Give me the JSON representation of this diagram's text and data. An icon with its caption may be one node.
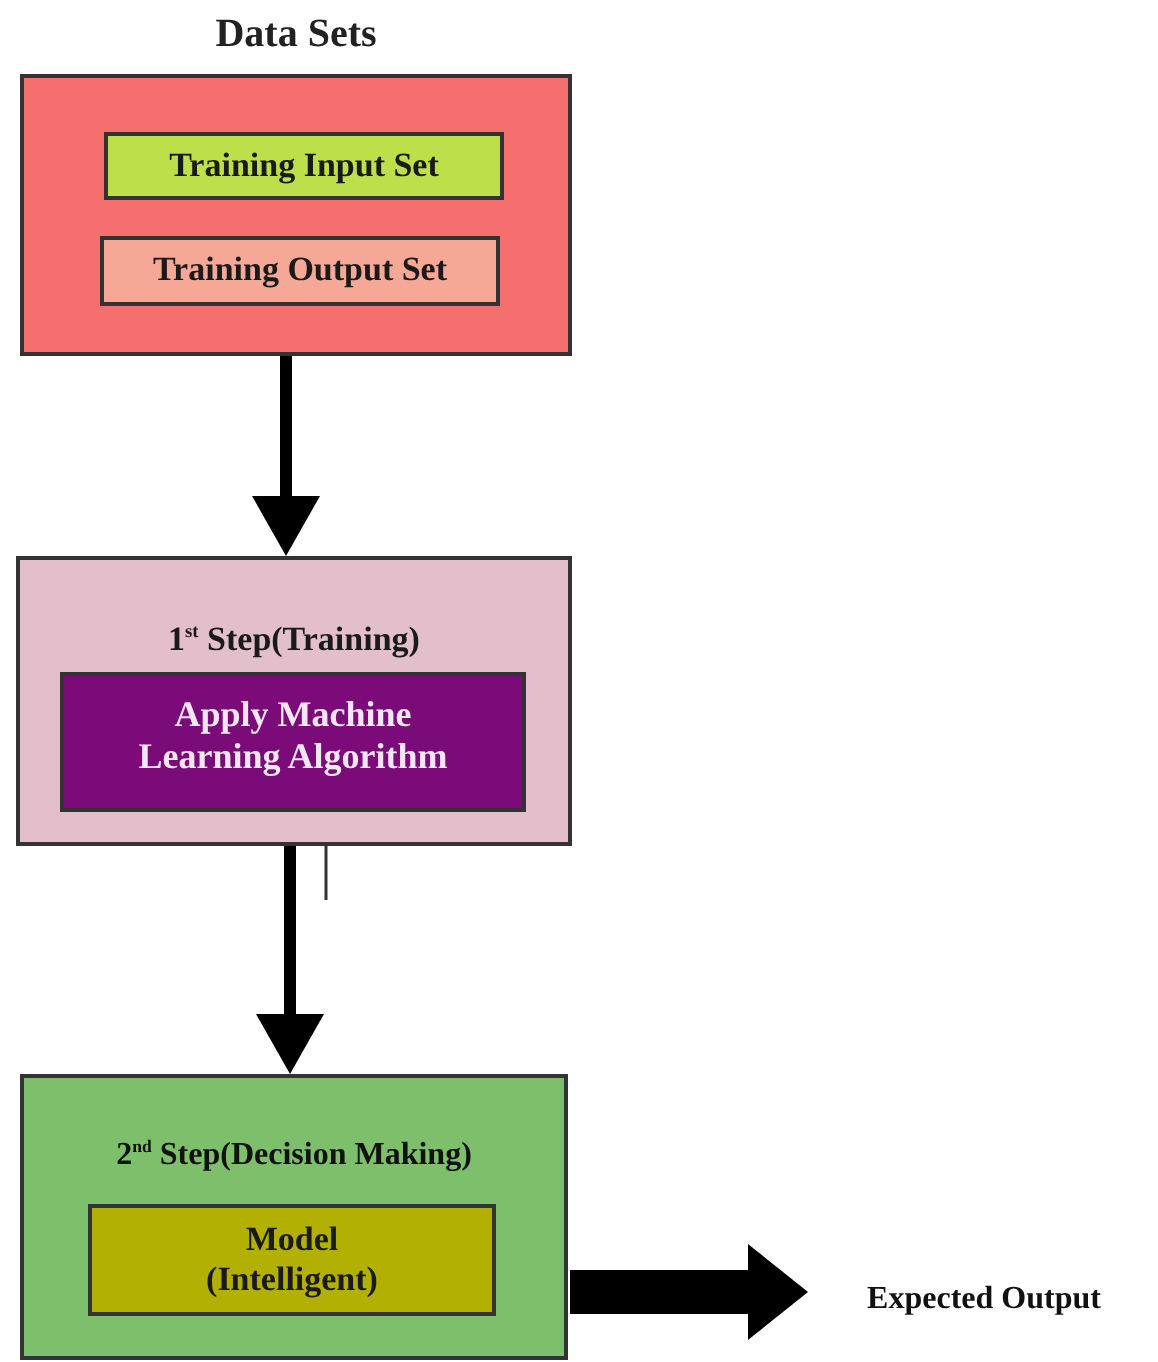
{
  "diagram": {
    "nodes": [
      {
        "text": [
          "Data Sets"
        ]
      },
      {
        "text": [
          "Training Input Set"
        ],
        "in": 0
      },
      {
        "text": [
          "Training Output Set"
        ],
        "in": 0
      },
      {
        "text": [
          "1$^{st}$ Step(Training)"
        ]
      },
      {
        "text": [
          "Apply Machine Learning Algorithm"
        ],
        "in": 3
      },
      {
        "text": [
          "2$^{nd}$ Step(Decision Making)"
        ]
      },
      {
        "text": [
          "Model (Intelligent)"
        ],
        "in": 5
      },
      {
        "text": [
          "Expected Output"
        ]
      }
    ],
    "edges": [
      {
        "from": 0,
        "to": 3,
        "arrow": "to"
      },
      {
        "from": 3,
        "to": 5,
        "arrow": "to"
      },
      {
        "from": 5,
        "to": 7,
        "arrow": "to",
        "style": "thick"
      }
    ]
  }
}
